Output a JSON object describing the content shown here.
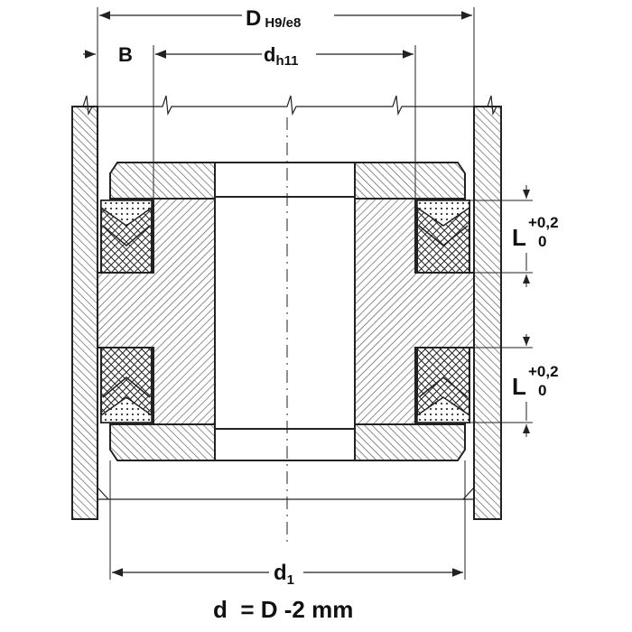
{
  "diagram": {
    "dim_D": {
      "main": "D",
      "sub": "H9/e8"
    },
    "dim_B": "B",
    "dim_d": {
      "main": "d",
      "sub": "h11"
    },
    "dim_L_top": {
      "main": "L",
      "upper": "+0,2",
      "lower": "0"
    },
    "dim_L_bottom": {
      "main": "L",
      "upper": "+0,2",
      "lower": "0"
    },
    "dim_d1": {
      "main": "d",
      "sub": "1"
    },
    "formula": "d  = D -2 mm"
  },
  "colors": {
    "line": "#222222",
    "background": "#ffffff"
  }
}
